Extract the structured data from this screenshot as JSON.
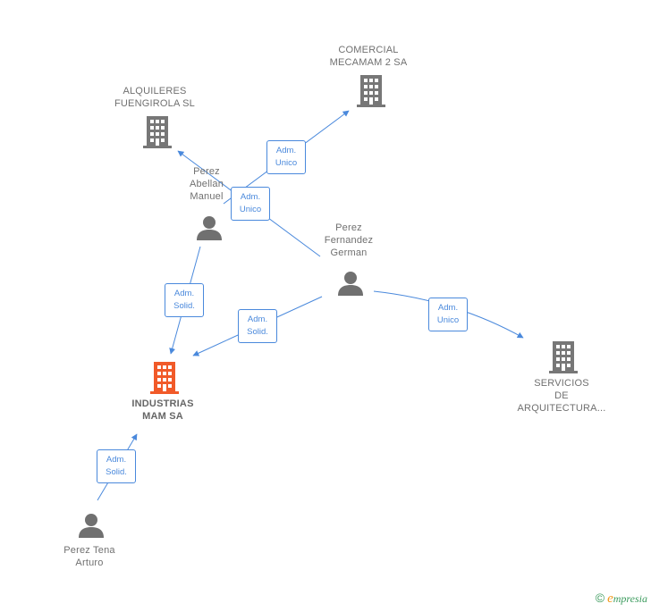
{
  "colors": {
    "edge": "#4a89dc",
    "company_icon": "#777777",
    "focus_icon": "#f15a29",
    "person_icon": "#707070"
  },
  "nodes": {
    "comercial": {
      "label": "COMERCIAL\nMECAMAM 2 SA",
      "icon": "building-icon"
    },
    "alquileres": {
      "label": "ALQUILERES\nFUENGIROLA SL",
      "icon": "building-icon"
    },
    "perez_abellan": {
      "label": "Perez\nAbellan\nManuel",
      "icon": "person-icon"
    },
    "perez_fernandez": {
      "label": "Perez\nFernandez\nGerman",
      "icon": "person-icon"
    },
    "industrias": {
      "label": "INDUSTRIAS\nMAM SA",
      "icon": "building-icon"
    },
    "servicios": {
      "label": "SERVICIOS\nDE\nARQUITECTURA...",
      "icon": "building-icon"
    },
    "perez_tena": {
      "label": "Perez Tena\nArturo",
      "icon": "person-icon"
    }
  },
  "edges": {
    "e1": {
      "label": "Adm.\nUnico"
    },
    "e2": {
      "label": "Adm.\nUnico"
    },
    "e3": {
      "label": "Adm.\nSolid."
    },
    "e4": {
      "label": "Adm.\nSolid."
    },
    "e5": {
      "label": "Adm.\nUnico"
    },
    "e6": {
      "label": "Adm.\nSolid."
    }
  },
  "footer": {
    "copyright_symbol": "©",
    "brand_initial": "e",
    "brand_rest": "mpresia"
  }
}
